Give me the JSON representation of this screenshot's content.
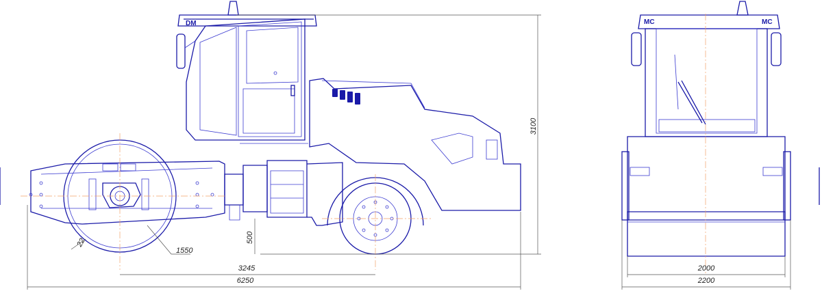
{
  "dimensions": {
    "drum_offset": "22",
    "drum_width": "1550",
    "ground_clearance": "500",
    "height": "3100",
    "wheelbase": "3245",
    "overall_length": "6250",
    "drum_track": "2000",
    "overall_width": "2200"
  },
  "badges": {
    "cab_left": "DM",
    "front_left": "MC",
    "front_right": "MC"
  },
  "colors": {
    "line": "#1a1aa8",
    "axis": "#f2a36a",
    "dimension": "#555555"
  }
}
